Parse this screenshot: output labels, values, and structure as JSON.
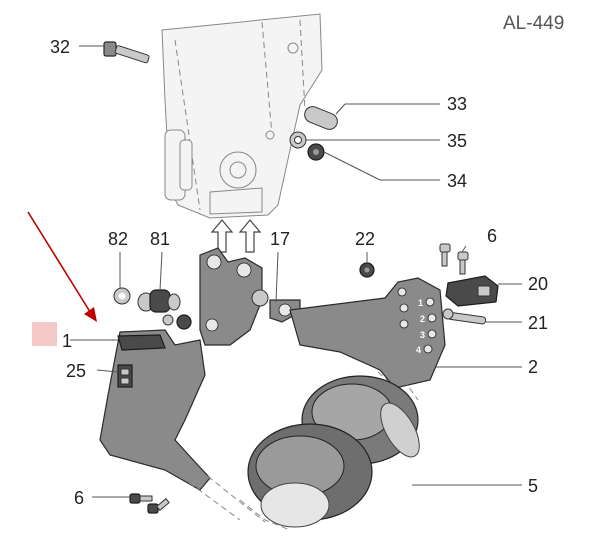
{
  "diagram_code": "AL-449",
  "callouts": {
    "c32": "32",
    "c33": "33",
    "c35": "35",
    "c34": "34",
    "c82": "82",
    "c81": "81",
    "c17": "17",
    "c22": "22",
    "c6_top": "6",
    "c20": "20",
    "c21": "21",
    "c1": "1",
    "c2": "2",
    "c25": "25",
    "c5": "5",
    "c6_bottom": "6"
  },
  "position_marks": [
    "1",
    "2",
    "3",
    "4"
  ],
  "colors": {
    "pointer_arrow": "#c00000",
    "highlight_box": "#f6c9c9",
    "part_gray": "#8a8a8a",
    "leader_line": "#555555"
  }
}
